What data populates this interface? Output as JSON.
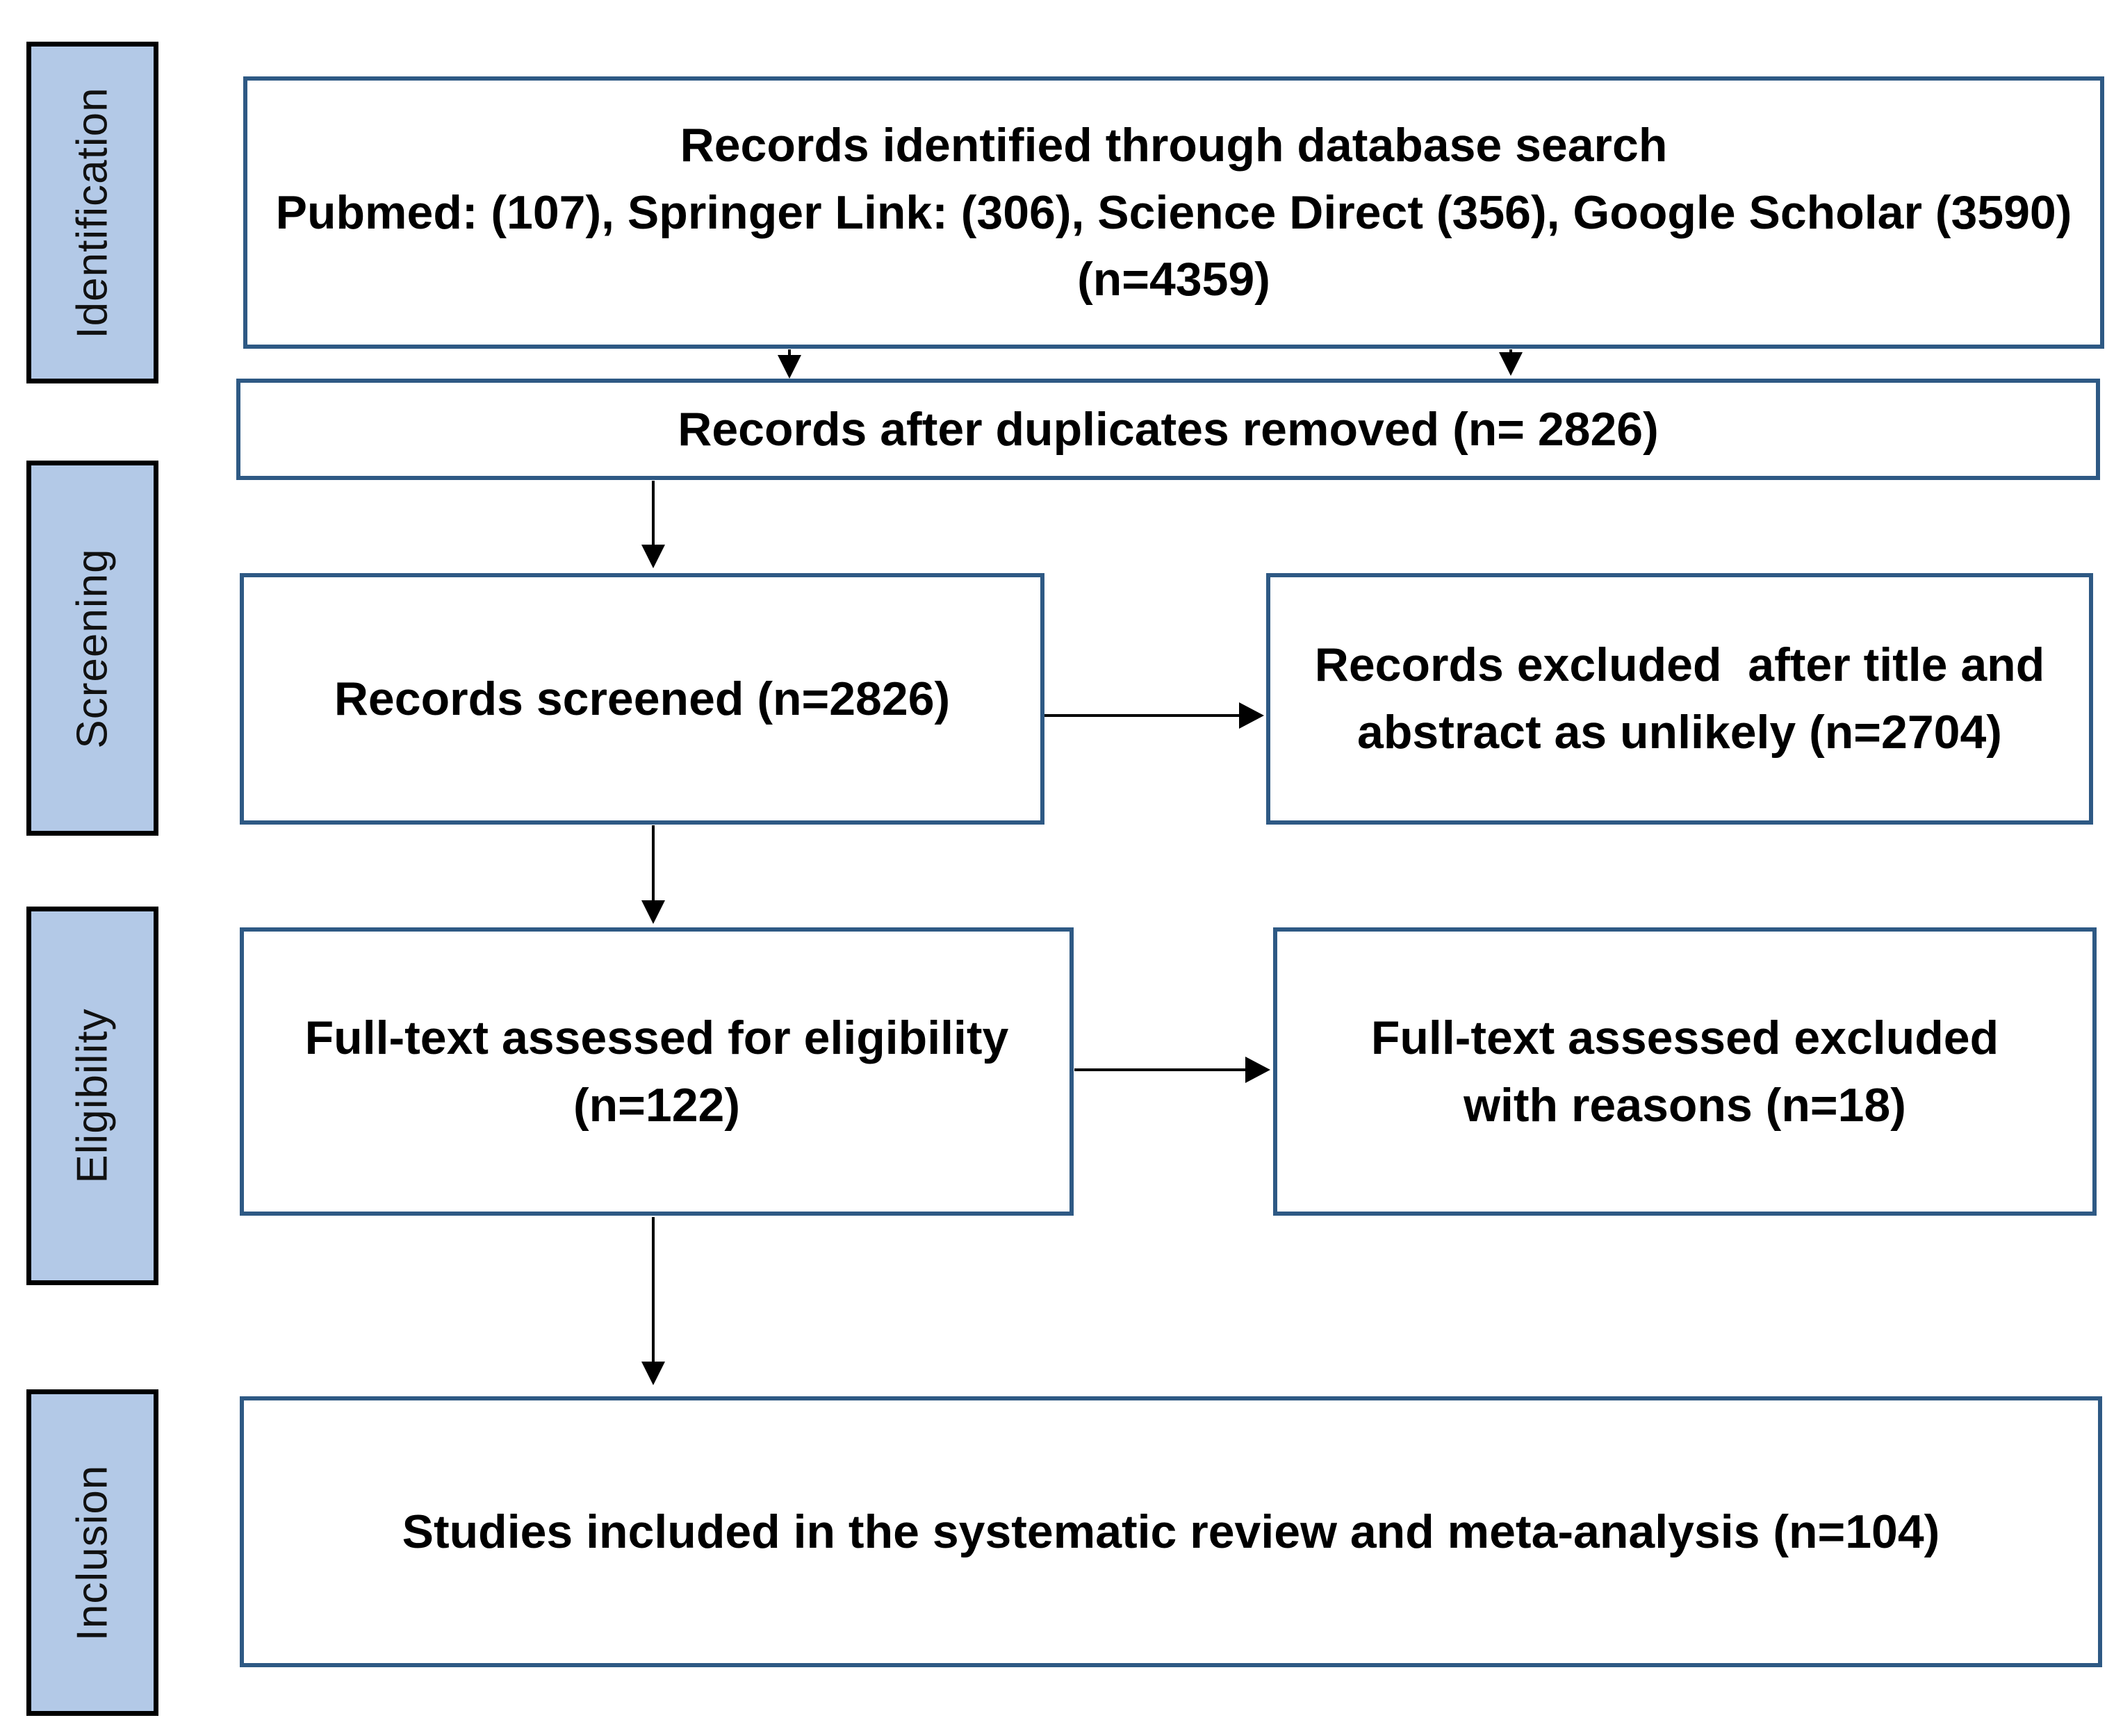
{
  "diagram": {
    "title": "PRISMA flow diagram",
    "colors": {
      "stage_label_fill": "#b3c9e7",
      "stage_label_border": "#000000",
      "box_border": "#2e5984",
      "box_fill": "#ffffff",
      "text": "#000000",
      "arrow": "#000000"
    }
  },
  "stages": [
    {
      "id": "identification",
      "label": "Identification"
    },
    {
      "id": "screening",
      "label": "Screening"
    },
    {
      "id": "eligibility",
      "label": "Eligibility"
    },
    {
      "id": "inclusion",
      "label": "Inclusion"
    }
  ],
  "boxes": {
    "identified": {
      "line1": "Records identified through database search",
      "line2": "Pubmed: (107), Springer Link: (306), Science Direct (356), Google Scholar (3590)",
      "line3": "(n=4359)",
      "count": 4359,
      "sources": [
        {
          "name": "Pubmed",
          "count": 107
        },
        {
          "name": "Springer Link",
          "count": 306
        },
        {
          "name": "Science Direct",
          "count": 356
        },
        {
          "name": "Google Scholar",
          "count": 3590
        }
      ]
    },
    "after_duplicates": {
      "line1": "Records after duplicates removed (n= 2826)",
      "count": 2826
    },
    "screened": {
      "line1": "Records screened (n=2826)",
      "count": 2826
    },
    "excluded_title_abstract": {
      "line1": "Records excluded  after title and",
      "line2": "abstract as unlikely (n=2704)",
      "count": 2704
    },
    "fulltext_eligibility": {
      "line1": "Full-text assessed for eligibility",
      "line2": "(n=122)",
      "count": 122
    },
    "fulltext_excluded": {
      "line1": "Full-text assessed excluded",
      "line2": "with reasons (n=18)",
      "count": 18
    },
    "included": {
      "line1": "Studies included in the systematic review and meta-analysis (n=104)",
      "count": 104
    }
  }
}
